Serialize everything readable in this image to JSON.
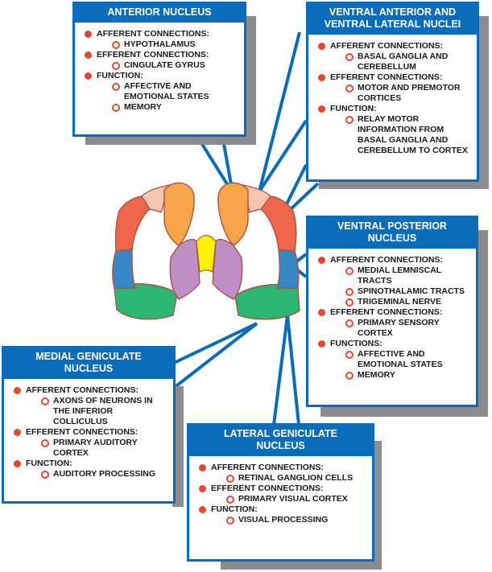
{
  "colors": {
    "box_border": "#0a6dbb",
    "header_bg": "#0a6dbb",
    "shadow": "#8a8c8f",
    "bullet": "#e8472e",
    "nucleus_anterior": "#f7a54a",
    "nucleus_medial": "#fff200",
    "nucleus_lateral_group": "#c08ec6",
    "nucleus_ventral_anterior": "#f8c6b0",
    "nucleus_ventral_lateral": "#ef664a",
    "nucleus_ventral_posterior": "#3a87c8",
    "nucleus_geniculate": "#2bb673",
    "outline": "#a9553d"
  },
  "boxes": [
    {
      "id": "anterior",
      "title": [
        "ANTERIOR NUCLEUS"
      ],
      "sections": [
        {
          "label": "AFFERENT CONNECTIONS:",
          "items": [
            "HYPOTHALAMUS"
          ]
        },
        {
          "label": "EFFERENT CONNECTIONS:",
          "items": [
            "CINGULATE GYRUS"
          ]
        },
        {
          "label": "FUNCTION:",
          "items": [
            "AFFECTIVE AND EMOTIONAL STATES",
            "MEMORY"
          ]
        }
      ]
    },
    {
      "id": "va-vl",
      "title": [
        "VENTRAL ANTERIOR  AND",
        "VENTRAL LATERAL NUCLEI"
      ],
      "sections": [
        {
          "label": "AFFERENT CONNECTIONS:",
          "items": [
            "BASAL GANGLIA AND CEREBELLUM"
          ]
        },
        {
          "label": "EFFERENT CONNECTIONS:",
          "items": [
            "MOTOR AND PREMOTOR CORTICES"
          ]
        },
        {
          "label": "FUNCTION:",
          "items": [
            "RELAY MOTOR INFORMATION FROM BASAL GANGLIA AND CEREBELLUM TO CORTEX"
          ]
        }
      ]
    },
    {
      "id": "vp",
      "title": [
        "VENTRAL POSTERIOR",
        "NUCLEUS"
      ],
      "sections": [
        {
          "label": "AFFERENT CONNECTIONS:",
          "items": [
            "MEDIAL LEMNISCAL TRACTS",
            "SPINOTHALAMIC TRACTS",
            "TRIGEMINAL NERVE"
          ]
        },
        {
          "label": "EFFERENT CONNECTIONS:",
          "items": [
            "PRIMARY SENSORY CORTEX"
          ]
        },
        {
          "label": "FUNCTIONS:",
          "items": [
            "AFFECTIVE AND EMOTIONAL STATES",
            "MEMORY"
          ]
        }
      ]
    },
    {
      "id": "mgn",
      "title": [
        "MEDIAL GENICULATE",
        "NUCLEUS"
      ],
      "sections": [
        {
          "label": "AFFERENT CONNECTIONS:",
          "items": [
            "AXONS OF NEURONS IN THE INFERIOR COLLICULUS"
          ]
        },
        {
          "label": "EFFERENT CONNECTIONS:",
          "items": [
            "PRIMARY AUDITORY CORTEX"
          ]
        },
        {
          "label": "FUNCTION:",
          "items": [
            "AUDITORY PROCESSING"
          ]
        }
      ]
    },
    {
      "id": "lgn",
      "title": [
        "LATERAL GENICULATE",
        "NUCLEUS"
      ],
      "sections": [
        {
          "label": "AFFERENT CONNECTIONS:",
          "items": [
            "RETINAL GANGLION CELLS"
          ]
        },
        {
          "label": "EFFERENT CONNECTIONS:",
          "items": [
            "PRIMARY VISUAL CORTEX"
          ]
        },
        {
          "label": "FUNCTION:",
          "items": [
            "VISUAL PROCESSING"
          ]
        }
      ]
    }
  ]
}
